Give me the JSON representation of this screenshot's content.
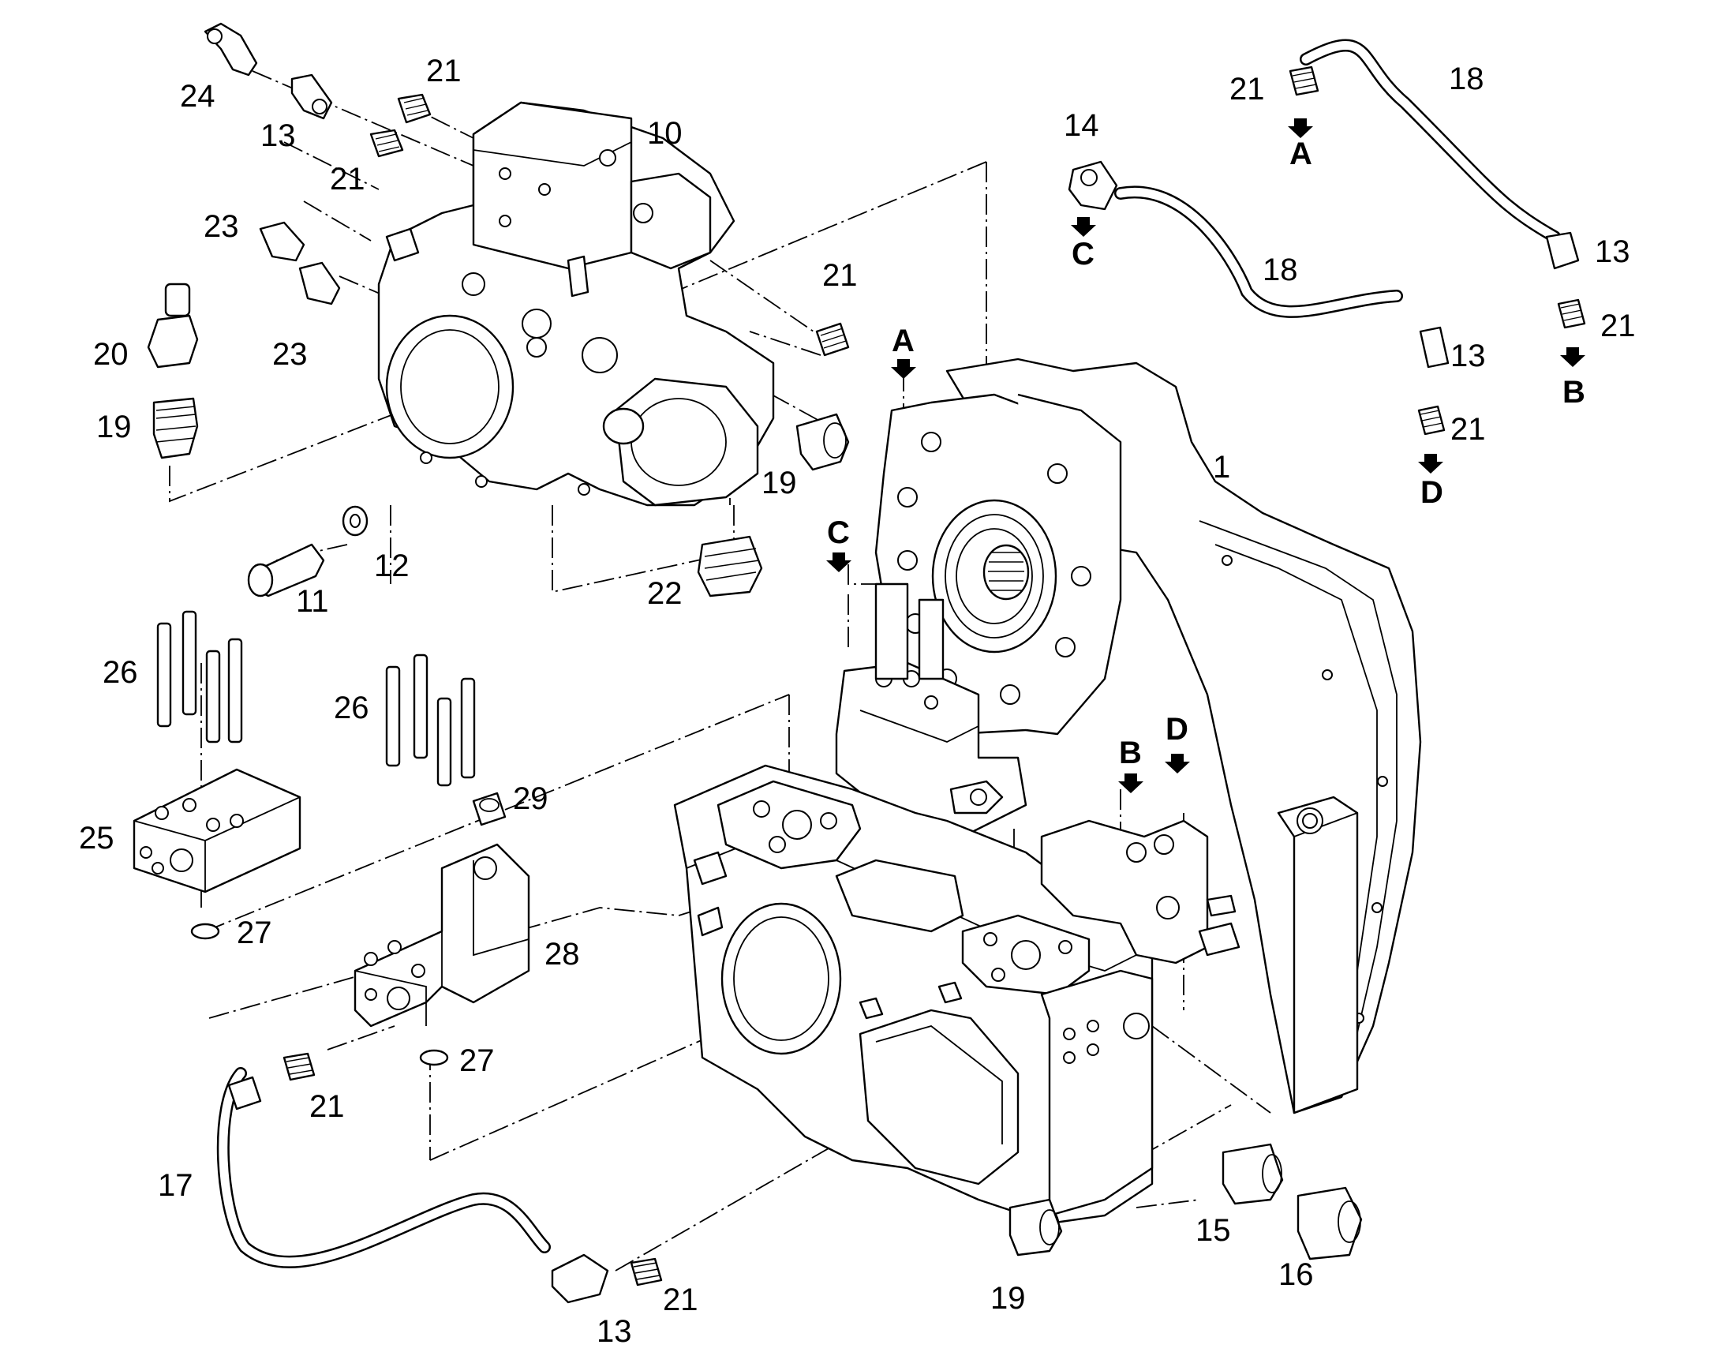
{
  "callouts": {
    "c1": "1",
    "c10": "10",
    "c11": "11",
    "c12": "12",
    "c13a": "13",
    "c13b": "13",
    "c13c": "13",
    "c13d": "13",
    "c14": "14",
    "c15": "15",
    "c16": "16",
    "c17": "17",
    "c18a": "18",
    "c18b": "18",
    "c19a": "19",
    "c19b": "19",
    "c19c": "19",
    "c20": "20",
    "c21a": "21",
    "c21b": "21",
    "c21c": "21",
    "c21d": "21",
    "c21e": "21",
    "c21f": "21",
    "c21g": "21",
    "c21h": "21",
    "c22": "22",
    "c23a": "23",
    "c23b": "23",
    "c24": "24",
    "c25": "25",
    "c26a": "26",
    "c26b": "26",
    "c27a": "27",
    "c27b": "27",
    "c28": "28",
    "c29": "29"
  },
  "connection_refs": {
    "a_top": "A",
    "a_body": "A",
    "b_right": "B",
    "b_body": "B",
    "c_left": "C",
    "c_body": "C",
    "d_right": "D",
    "d_body": "D"
  },
  "colors": {
    "ink": "#000000",
    "paper": "#ffffff"
  }
}
